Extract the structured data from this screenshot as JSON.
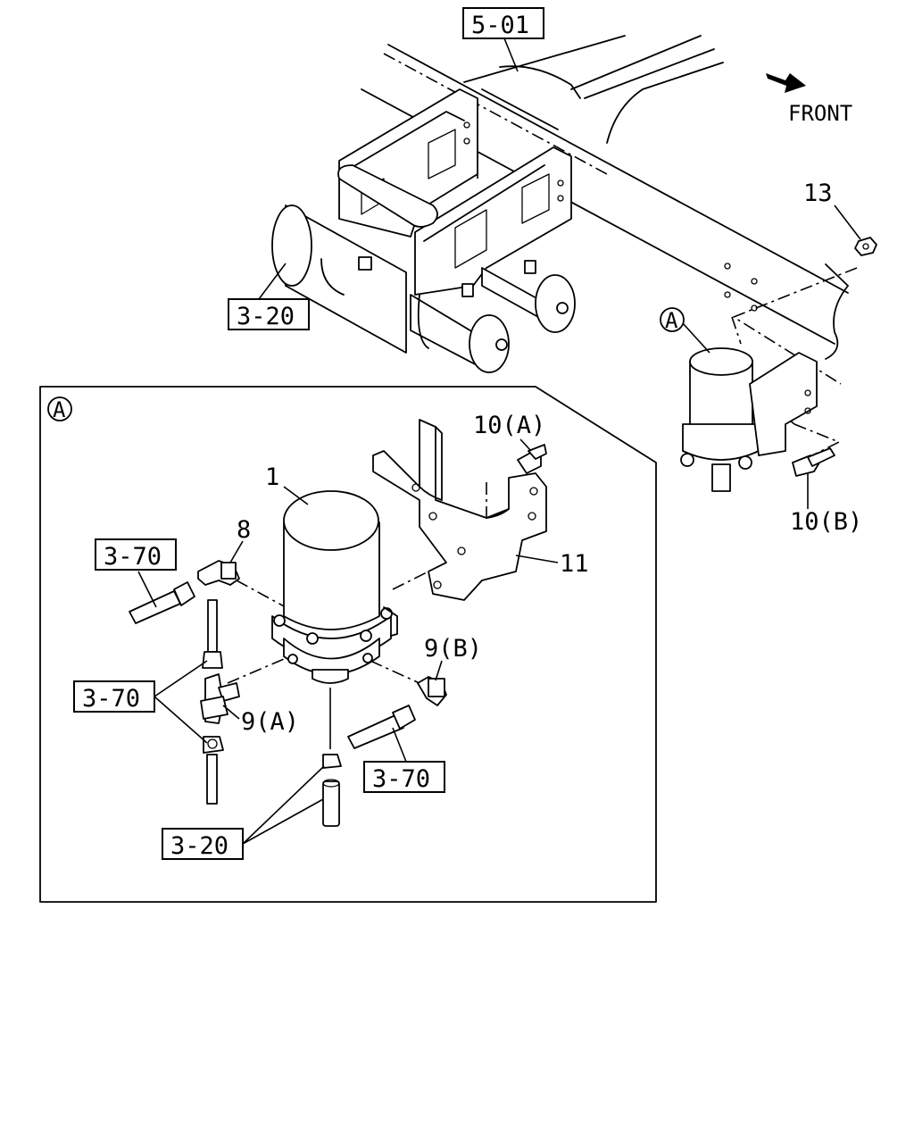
{
  "direction": {
    "label": "FRONT",
    "icon": "front-arrow-icon"
  },
  "detail_marker": "A",
  "references": {
    "frame_top": "5-01",
    "tank_top": "3-20",
    "pipe_left_upper": "3-70",
    "pipe_left_lower": "3-70",
    "pipe_right": "3-70",
    "hose_bottom": "3-20"
  },
  "callouts": {
    "dryer": "1",
    "elbow_8": "8",
    "tee_9a": "9(A)",
    "elbow_9b": "9(B)",
    "bolt_10a": "10(A)",
    "bolt_10b": "10(B)",
    "bracket": "11",
    "nut": "13"
  }
}
